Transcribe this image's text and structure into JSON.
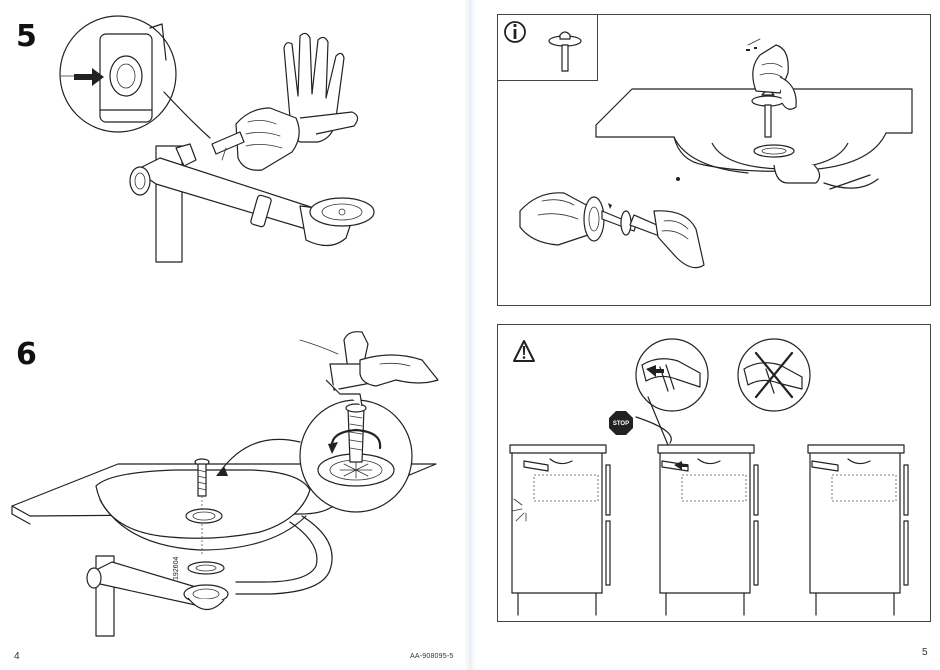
{
  "left_page": {
    "step_5_number": "5",
    "step_6_number": "6",
    "part_label": "192604",
    "doc_code": "AA-908095-5",
    "page_number": "4"
  },
  "right_page": {
    "info_icon_glyph": "i",
    "warning_icon_glyph": "!",
    "stop_sign_text": "STOP",
    "page_number": "5"
  },
  "colors": {
    "line": "#222222",
    "panel_border": "#444444",
    "stop_sign": "#222222"
  },
  "icons": [
    "info-icon",
    "warning-icon",
    "stop-sign-icon",
    "arrow-icon",
    "cross-icon"
  ]
}
